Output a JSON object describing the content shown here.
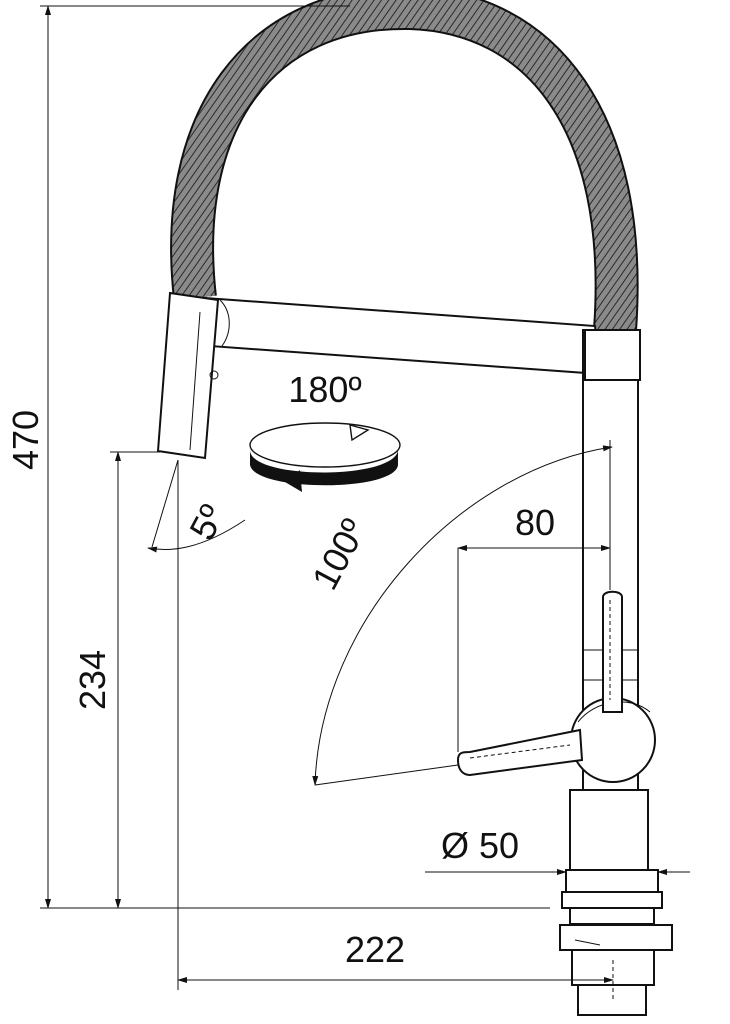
{
  "dimensions": {
    "total_height": "470",
    "spout_height": "234",
    "reach": "222",
    "lever_offset": "80",
    "base_diameter": "Ø 50",
    "spout_rotation": "180º",
    "lever_angle": "100º",
    "spray_tilt": "5º"
  },
  "colors": {
    "ink": "#111111",
    "hose": "#6a6a6a",
    "background": "#ffffff"
  }
}
